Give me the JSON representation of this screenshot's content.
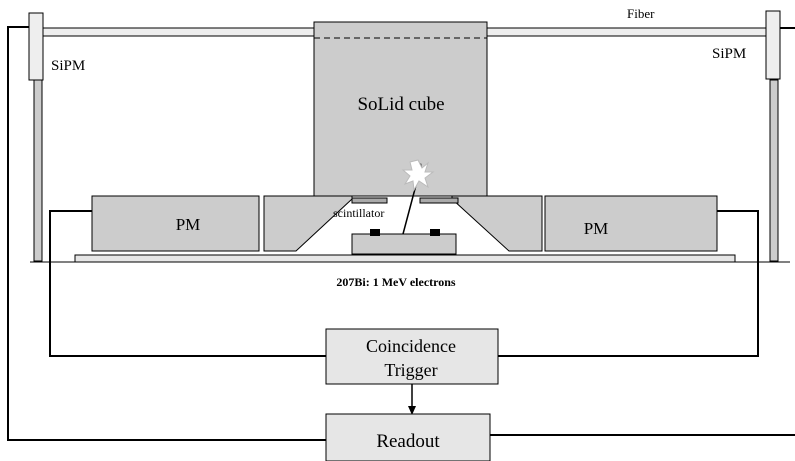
{
  "labels": {
    "fiber": "Fiber",
    "sipm_left": "SiPM",
    "sipm_right": "SiPM",
    "solid_cube": "SoLid cube",
    "pm_left": "PM",
    "pm_right": "PM",
    "scintillator": "scintillator",
    "source": "207Bi: 1 MeV electrons",
    "coincidence_line1": "Coincidence",
    "coincidence_line2": "Trigger",
    "readout": "Readout"
  },
  "colors": {
    "component_fill": "#cccccc",
    "box_fill": "#e6e6e6",
    "fiber_fill": "#eeeeee",
    "stroke": "#000000",
    "background": "#ffffff"
  }
}
